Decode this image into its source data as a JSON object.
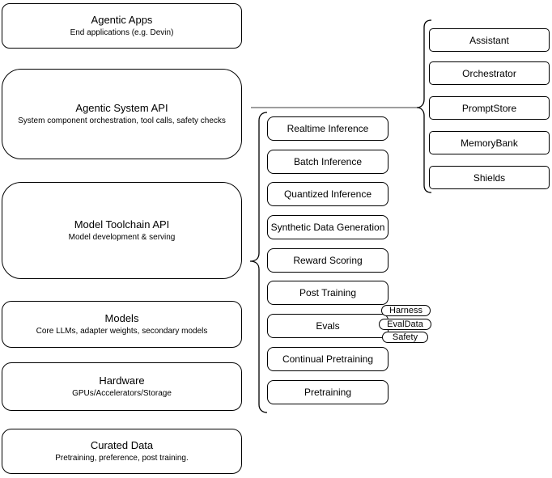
{
  "left_stack": [
    {
      "title": "Agentic Apps",
      "subtitle": "End applications (e.g. Devin)"
    },
    {
      "title": "Agentic System API",
      "subtitle": "System component orchestration, tool calls, safety checks"
    },
    {
      "title": "Model Toolchain API",
      "subtitle": "Model development & serving"
    },
    {
      "title": "Models",
      "subtitle": "Core LLMs, adapter weights, secondary models"
    },
    {
      "title": "Hardware",
      "subtitle": "GPUs/Accelerators/Storage"
    },
    {
      "title": "Curated Data",
      "subtitle": "Pretraining, preference, post training."
    }
  ],
  "toolchain_capabilities": [
    "Realtime Inference",
    "Batch Inference",
    "Quantized Inference",
    "Synthetic Data Generation",
    "Reward Scoring",
    "Post Training",
    "Evals",
    "Continual Pretraining",
    "Pretraining"
  ],
  "evals_tags": [
    "Harness",
    "EvalData",
    "Safety"
  ],
  "system_components": [
    "Assistant",
    "Orchestrator",
    "PromptStore",
    "MemoryBank",
    "Shields"
  ],
  "colors": {
    "node_fill": "#ffffff",
    "node_border": "#000000",
    "text": "#000000",
    "connector_line": "#7f7f7f"
  }
}
